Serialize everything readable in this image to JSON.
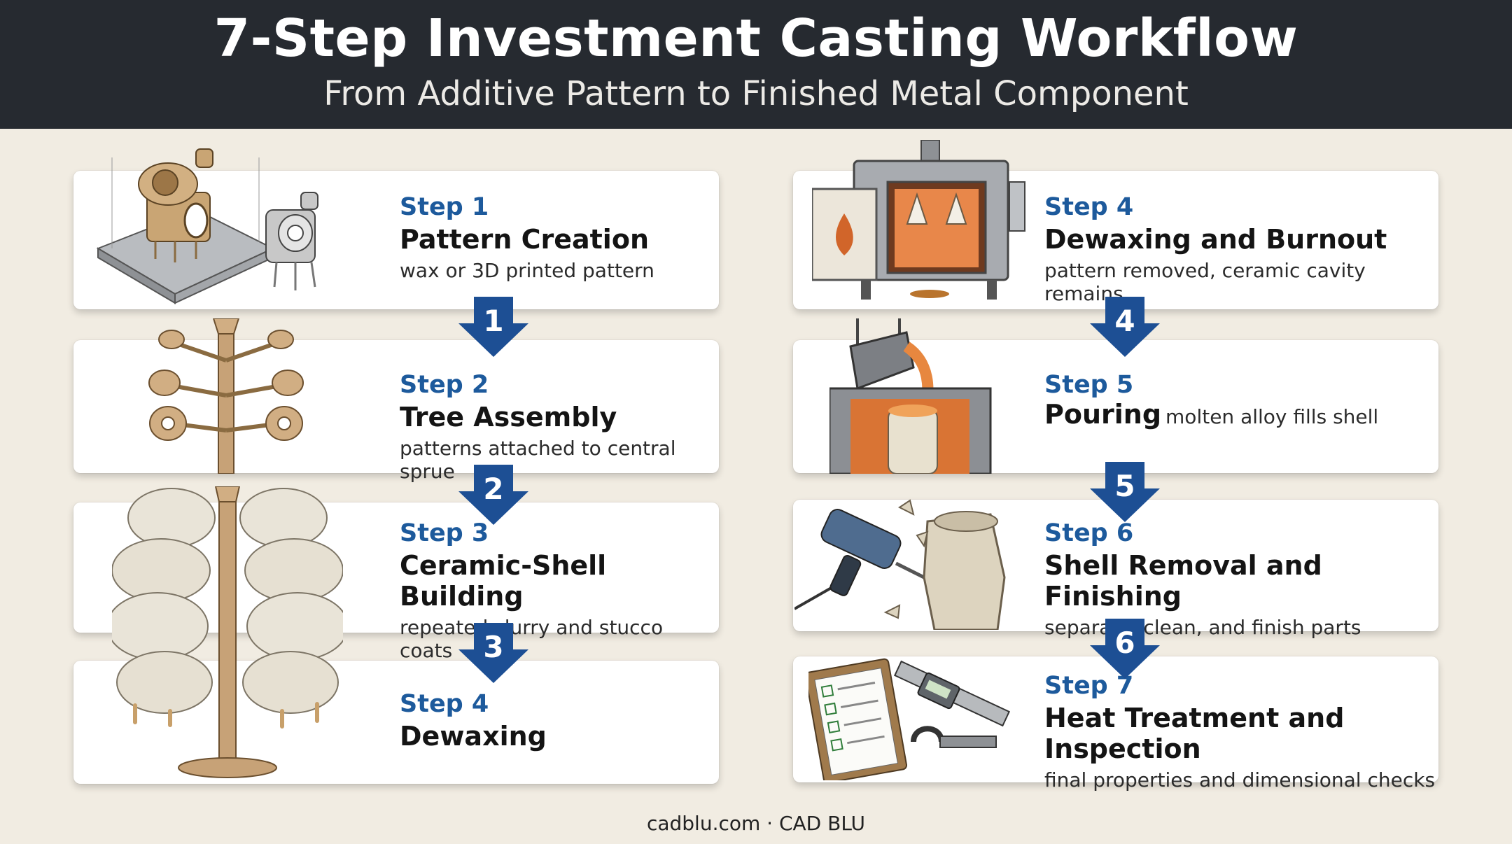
{
  "header": {
    "title": "7-Step Investment Casting Workflow",
    "subtitle": "From Additive Pattern to Finished Metal Component"
  },
  "steps": [
    {
      "label": "Step 1",
      "title": "Pattern Creation",
      "desc": "wax or 3D printed pattern"
    },
    {
      "label": "Step 2",
      "title": "Tree Assembly",
      "desc": "patterns attached to central sprue"
    },
    {
      "label": "Step 3",
      "title": "Ceramic-Shell Building",
      "desc": "repeated slurry and stucco coats"
    },
    {
      "label": "Step 4",
      "title": "Dewaxing",
      "desc": ""
    },
    {
      "label": "Step 4",
      "title": "Dewaxing and Burnout",
      "desc": "pattern removed, ceramic cavity remains"
    },
    {
      "label": "Step 5",
      "title": "Pouring",
      "desc": "molten alloy fills shell"
    },
    {
      "label": "Step 6",
      "title": "Shell Removal and Finishing",
      "desc": "separate, clean, and finish parts"
    },
    {
      "label": "Step 7",
      "title": "Heat Treatment and Inspection",
      "desc": "final properties and dimensional checks"
    }
  ],
  "arrows": [
    "1",
    "2",
    "3",
    "4",
    "5",
    "6"
  ],
  "footer": "cadblu.com · CAD BLU",
  "colors": {
    "header_bg": "#262a30",
    "page_bg": "#f1ece2",
    "step_label": "#1d5a9c",
    "arrow": "#1d4f94"
  }
}
